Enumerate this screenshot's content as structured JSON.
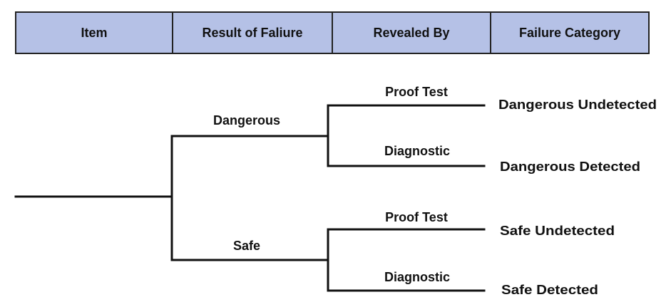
{
  "header": {
    "columns": [
      "Item",
      "Result of Faliure",
      "Revealed By",
      "Failure Category"
    ]
  },
  "colors": {
    "header_bg": "#b5c1e6",
    "line": "#111111"
  },
  "tree": {
    "results": [
      {
        "label": "Dangerous",
        "revealed": [
          {
            "by": "Proof Test",
            "category": "Dangerous Undetected"
          },
          {
            "by": "Diagnostic",
            "category": "Dangerous Detected"
          }
        ]
      },
      {
        "label": "Safe",
        "revealed": [
          {
            "by": "Proof Test",
            "category": "Safe Undetected"
          },
          {
            "by": "Diagnostic",
            "category": "Safe Detected"
          }
        ]
      }
    ]
  }
}
